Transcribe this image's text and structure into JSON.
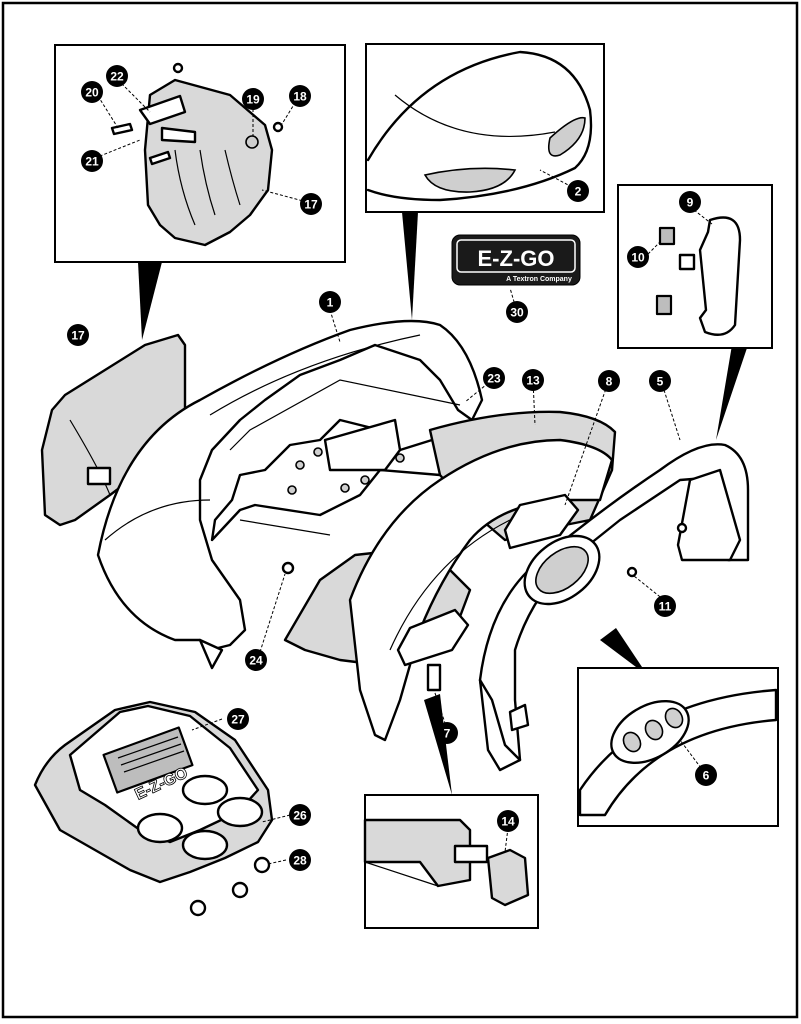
{
  "logo": {
    "brand": "E-Z-GO",
    "tagline": "A Textron Company"
  },
  "decal_text": "E-Z-GO",
  "callouts": [
    {
      "id": "c1",
      "label": "1"
    },
    {
      "id": "c2",
      "label": "2"
    },
    {
      "id": "c5",
      "label": "5"
    },
    {
      "id": "c6",
      "label": "6"
    },
    {
      "id": "c7",
      "label": "7"
    },
    {
      "id": "c8",
      "label": "8"
    },
    {
      "id": "c9",
      "label": "9"
    },
    {
      "id": "c10",
      "label": "10"
    },
    {
      "id": "c11",
      "label": "11"
    },
    {
      "id": "c13",
      "label": "13"
    },
    {
      "id": "c14",
      "label": "14"
    },
    {
      "id": "c17a",
      "label": "17"
    },
    {
      "id": "c17b",
      "label": "17"
    },
    {
      "id": "c18",
      "label": "18"
    },
    {
      "id": "c19",
      "label": "19"
    },
    {
      "id": "c20",
      "label": "20"
    },
    {
      "id": "c21",
      "label": "21"
    },
    {
      "id": "c22",
      "label": "22"
    },
    {
      "id": "c23",
      "label": "23"
    },
    {
      "id": "c24",
      "label": "24"
    },
    {
      "id": "c26",
      "label": "26"
    },
    {
      "id": "c27",
      "label": "27"
    },
    {
      "id": "c28",
      "label": "28"
    },
    {
      "id": "c30",
      "label": "30"
    }
  ]
}
